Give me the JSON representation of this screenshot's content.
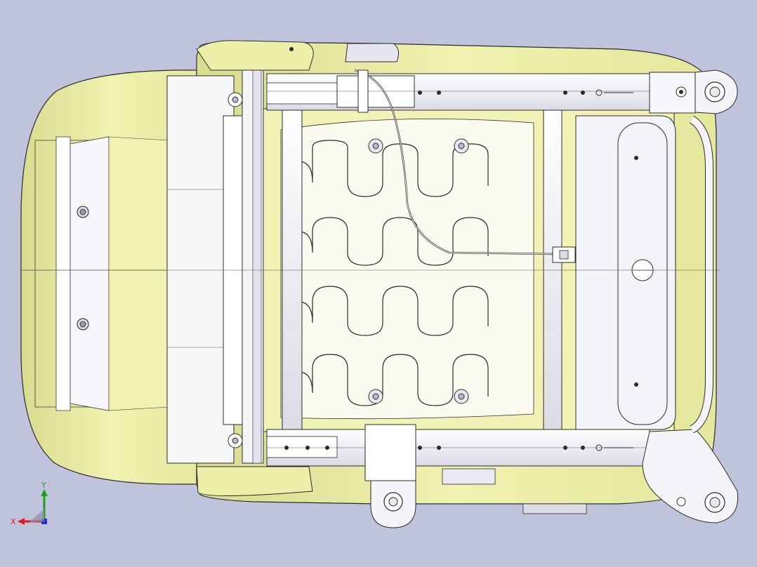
{
  "viewport": {
    "background": "#c0c3dc",
    "model_name": "seat-assembly-top-view",
    "colors": {
      "cushion": "#eef0a8",
      "cushion_shade": "#e3e69b",
      "metal": "#f4f4f8",
      "metal_shade": "#dcdce8",
      "edge": "#2b2b2b"
    }
  },
  "triad": {
    "y_label": "Y",
    "x_label": "X",
    "y_color": "#1e9e1e",
    "x_color": "#e01a1a",
    "z_color": "#2233cc"
  }
}
